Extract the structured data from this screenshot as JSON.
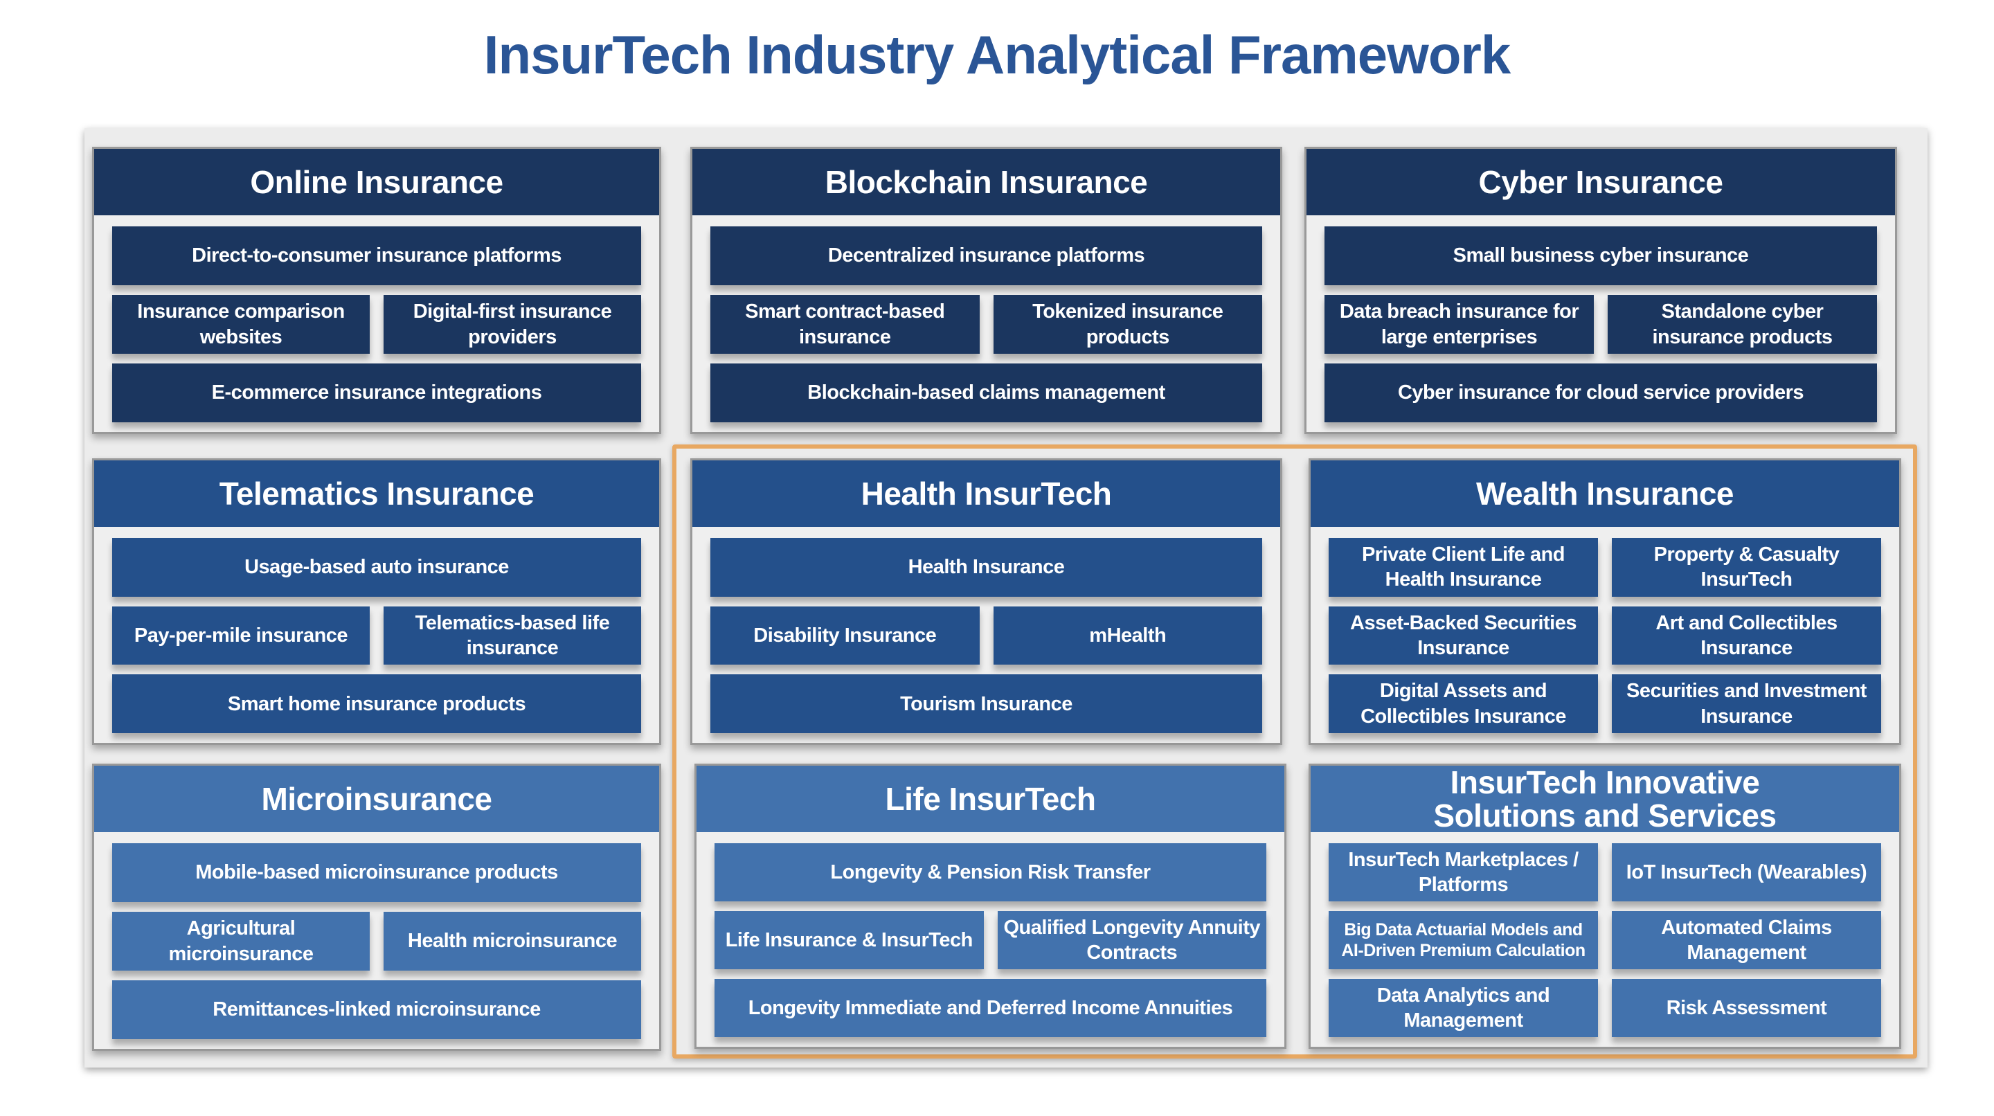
{
  "title": "InsurTech Industry Analytical Framework",
  "colors": {
    "tier1": "#1b365f",
    "tier2": "#24508b",
    "tier3": "#4272ad",
    "highlight_border": "#e8a862",
    "title": "#2a5596"
  },
  "panels": [
    {
      "id": "online",
      "title": "Online Insurance",
      "tier": 1,
      "rows": [
        [
          "Direct-to-consumer insurance platforms"
        ],
        [
          "Insurance comparison websites",
          "Digital-first insurance providers"
        ],
        [
          "E-commerce insurance integrations"
        ]
      ]
    },
    {
      "id": "blockchain",
      "title": "Blockchain Insurance",
      "tier": 1,
      "rows": [
        [
          "Decentralized insurance platforms"
        ],
        [
          "Smart contract-based insurance",
          "Tokenized insurance products"
        ],
        [
          "Blockchain-based claims management"
        ]
      ]
    },
    {
      "id": "cyber",
      "title": "Cyber Insurance",
      "tier": 1,
      "rows": [
        [
          "Small business cyber insurance"
        ],
        [
          "Data breach insurance for large enterprises",
          "Standalone cyber insurance products"
        ],
        [
          "Cyber insurance for cloud service providers"
        ]
      ]
    },
    {
      "id": "telematics",
      "title": "Telematics Insurance",
      "tier": 2,
      "rows": [
        [
          "Usage-based auto insurance"
        ],
        [
          "Pay-per-mile insurance",
          "Telematics-based life insurance"
        ],
        [
          "Smart home insurance products"
        ]
      ]
    },
    {
      "id": "health",
      "title": "Health InsurTech",
      "tier": 2,
      "rows": [
        [
          "Health Insurance"
        ],
        [
          "Disability Insurance",
          "mHealth"
        ],
        [
          "Tourism Insurance"
        ]
      ]
    },
    {
      "id": "wealth",
      "title": "Wealth Insurance",
      "tier": 2,
      "rows": [
        [
          "Private Client Life and Health Insurance",
          "Property & Casualty InsurTech"
        ],
        [
          "Asset-Backed Securities Insurance",
          "Art and Collectibles Insurance"
        ],
        [
          "Digital Assets and Collectibles  Insurance",
          "Securities and Investment Insurance"
        ]
      ]
    },
    {
      "id": "micro",
      "title": "Microinsurance",
      "tier": 3,
      "rows": [
        [
          "Mobile-based microinsurance products"
        ],
        [
          "Agricultural microinsurance",
          "Health microinsurance"
        ],
        [
          "Remittances-linked microinsurance"
        ]
      ]
    },
    {
      "id": "life",
      "title": "Life InsurTech",
      "tier": 3,
      "rows": [
        [
          "Longevity & Pension Risk Transfer"
        ],
        [
          "Life Insurance & InsurTech",
          "Qualified Longevity Annuity Contracts"
        ],
        [
          "Longevity Immediate and Deferred Income Annuities"
        ]
      ]
    },
    {
      "id": "innov",
      "title": "InsurTech Innovative\nSolutions and Services",
      "tier": 3,
      "rows": [
        [
          "InsurTech Marketplaces / Platforms",
          "IoT InsurTech (Wearables)"
        ],
        [
          "Big Data Actuarial Models and AI-Driven Premium Calculation",
          "Automated Claims Management"
        ],
        [
          "Data Analytics and Management",
          "Risk Assessment"
        ]
      ]
    }
  ]
}
